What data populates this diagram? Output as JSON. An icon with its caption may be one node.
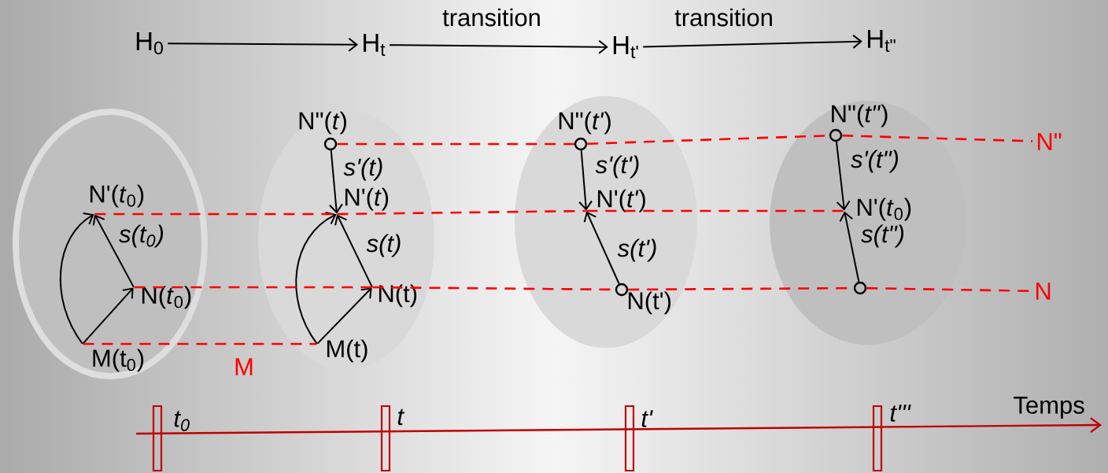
{
  "diagram": {
    "nodes": [
      {
        "text": [
          "H$_{0}$"
        ]
      },
      {
        "text": [
          "H$_{t}$"
        ]
      },
      {
        "text": [
          "H$_{t'}$"
        ]
      },
      {
        "text": [
          "H$_{t\"}$"
        ]
      },
      {
        "text": [],
        "shape": "ellipse"
      },
      {
        "text": [
          "N'(*t*$_{0}$)"
        ],
        "in": 4
      },
      {
        "text": [
          "N(*t*$_{0}$)"
        ],
        "in": 4
      },
      {
        "text": [
          "M(t$_{0}$)"
        ],
        "in": 4
      },
      {
        "text": [],
        "shape": "ellipse"
      },
      {
        "text": [
          "N\"(*t*)"
        ],
        "in": 8
      },
      {
        "text": [
          "N'(*t*)"
        ],
        "in": 8
      },
      {
        "text": [
          "N(t)"
        ],
        "in": 8
      },
      {
        "text": [
          "M(t)"
        ],
        "in": 8
      },
      {
        "text": [],
        "shape": "ellipse"
      },
      {
        "text": [
          "N\"(*t'*)"
        ],
        "in": 13
      },
      {
        "text": [
          "N'(*t'*)"
        ],
        "in": 13
      },
      {
        "text": [
          "N(t')"
        ],
        "in": 13
      },
      {
        "text": [],
        "shape": "ellipse"
      },
      {
        "text": [
          "N\"(*t\"*)"
        ],
        "in": 17
      },
      {
        "text": [
          "N'(*t*$_{0}$)"
        ],
        "in": 17
      },
      {
        "text": [],
        "shape": "circle",
        "in": 17
      },
      {
        "text": [
          "N\""
        ]
      },
      {
        "text": [
          "N"
        ]
      }
    ],
    "edges": [
      {
        "from": 0,
        "to": 1,
        "arrow": "to"
      },
      {
        "from": 1,
        "to": 2,
        "arrow": "to",
        "label": "transition"
      },
      {
        "from": 2,
        "to": 3,
        "arrow": "to",
        "label": "transition"
      },
      {
        "from": 7,
        "to": 5,
        "arrow": "to"
      },
      {
        "from": 7,
        "to": 6,
        "arrow": "to"
      },
      {
        "from": 6,
        "to": 5,
        "arrow": "to",
        "label": "s(t$_{0}$)"
      },
      {
        "from": 9,
        "to": 10,
        "arrow": "to",
        "label": "s'(t)"
      },
      {
        "from": 12,
        "to": 10,
        "arrow": "to"
      },
      {
        "from": 12,
        "to": 11,
        "arrow": "to"
      },
      {
        "from": 11,
        "to": 10,
        "arrow": "to",
        "label": "s(t)"
      },
      {
        "from": 14,
        "to": 15,
        "arrow": "to",
        "label": "s'(t')"
      },
      {
        "from": 16,
        "to": 15,
        "arrow": "to",
        "label": "s(t')"
      },
      {
        "from": 18,
        "to": 19,
        "arrow": "to",
        "label": "s'(t\")"
      },
      {
        "from": 20,
        "to": 19,
        "arrow": "to",
        "label": "s(t\")"
      },
      {
        "from": 9,
        "to": 14,
        "arrow": "none",
        "style": "dashed",
        "color": "#ff0000"
      },
      {
        "from": 14,
        "to": 18,
        "arrow": "none",
        "style": "dashed",
        "color": "#ff0000"
      },
      {
        "from": 18,
        "to": 21,
        "arrow": "none",
        "style": "dashed",
        "color": "#ff0000"
      },
      {
        "from": 5,
        "to": 10,
        "arrow": "none",
        "style": "dashed",
        "color": "#ff0000"
      },
      {
        "from": 10,
        "to": 15,
        "arrow": "none",
        "style": "dashed",
        "color": "#ff0000"
      },
      {
        "from": 15,
        "to": 19,
        "arrow": "none",
        "style": "dashed",
        "color": "#ff0000"
      },
      {
        "from": 6,
        "to": 11,
        "arrow": "none",
        "style": "dashed",
        "color": "#ff0000"
      },
      {
        "from": 11,
        "to": 16,
        "arrow": "none",
        "style": "dashed",
        "color": "#ff0000"
      },
      {
        "from": 16,
        "to": 20,
        "arrow": "none",
        "style": "dashed",
        "color": "#ff0000"
      },
      {
        "from": 20,
        "to": 22,
        "arrow": "none",
        "style": "dashed",
        "color": "#ff0000"
      },
      {
        "from": 7,
        "to": 12,
        "arrow": "none",
        "style": "dashed",
        "color": "#ff0000",
        "label": "M"
      }
    ],
    "labels": [
      "t$_{0}$",
      "t",
      "t'",
      "t'''",
      "Temps"
    ]
  }
}
